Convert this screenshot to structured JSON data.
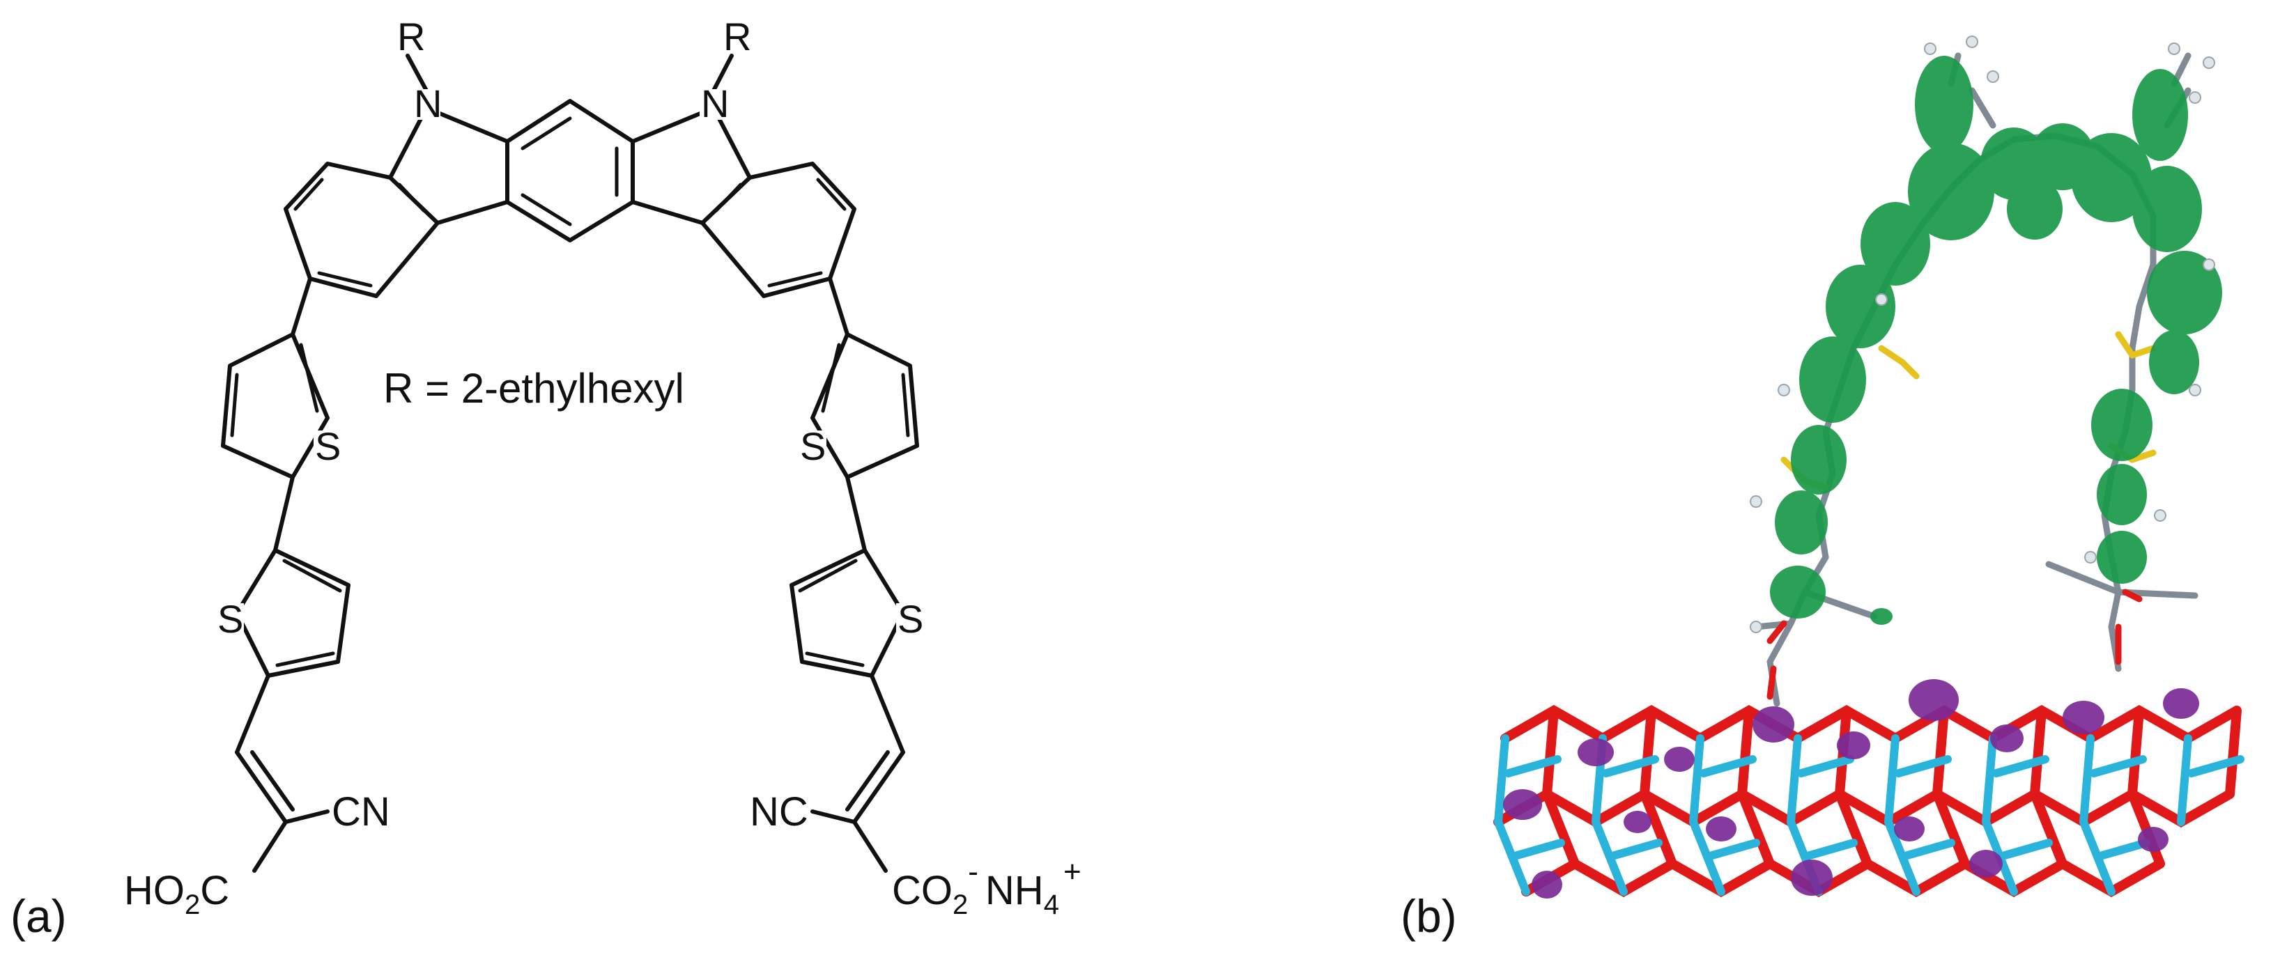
{
  "panel_a": {
    "label": "(a)",
    "substituent_left": "R",
    "substituent_right": "R",
    "atom_N": "N",
    "atom_S": "S",
    "note": "R = 2-ethylhexyl",
    "cn_left": "CN",
    "acid_left_pre": "HO",
    "acid_left_sub": "2",
    "acid_left_post": "C",
    "nc_right": "NC",
    "salt_pre": "CO",
    "salt_sub": "2",
    "salt_sup": "-",
    "salt_cation": "NH",
    "salt_cation_sub": "4",
    "salt_cation_sup": "+"
  },
  "panel_b": {
    "label": "(b)"
  },
  "colors": {
    "bond": "#111111",
    "homo_orbital": "#1a9a4a",
    "lumo_orbital": "#7b2a96",
    "titanium": "#2ab4dc",
    "oxygen": "#e01818",
    "sulfur": "#e6c21c",
    "carbon": "#7f8a95",
    "hydrogen": "#dfe6ea"
  }
}
